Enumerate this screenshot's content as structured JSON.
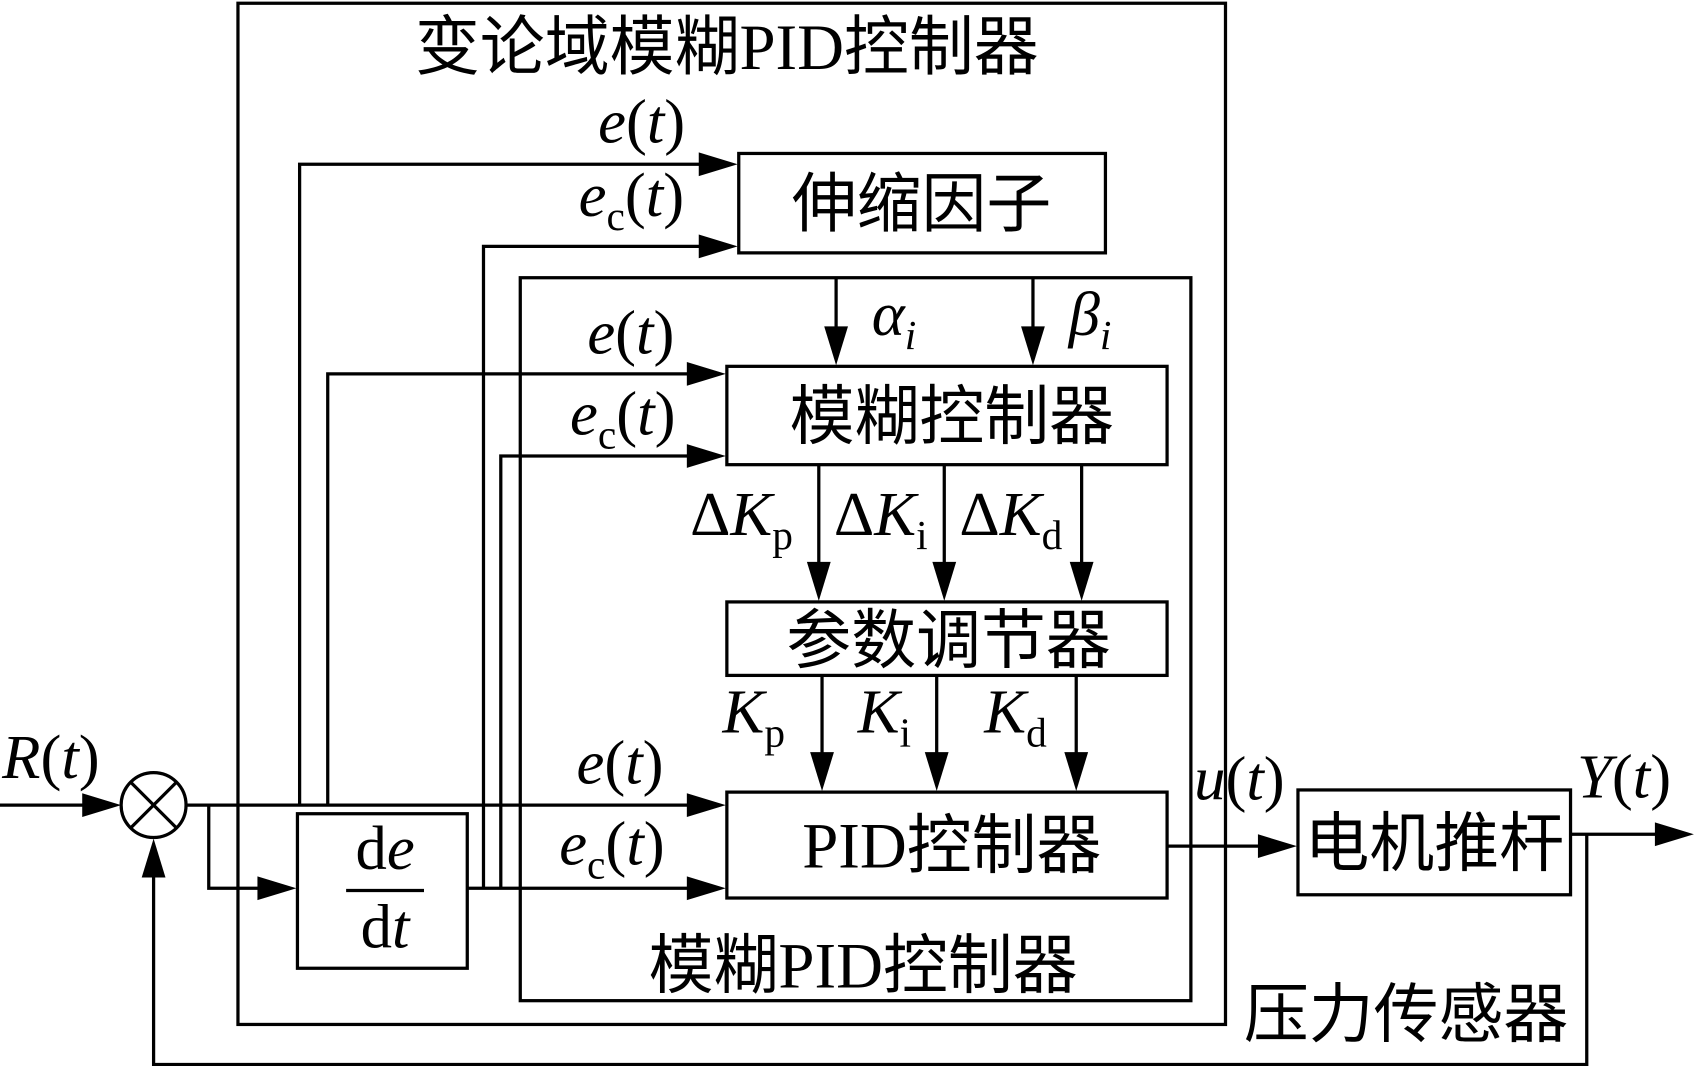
{
  "diagram": {
    "variable_universe_fuzzy_pid_controller": {
      "title": "变论域模糊PID控制器"
    },
    "scaling_factor_block": {
      "label": "伸缩因子"
    },
    "fuzzy_controller_block": {
      "label": "模糊控制器"
    },
    "parameter_adjuster_block": {
      "label": "参数调节器"
    },
    "pid_controller_block": {
      "label": "PID控制器"
    },
    "fuzzy_pid_controller": {
      "title": "模糊PID控制器"
    },
    "motor_pushrod_block": {
      "label": "电机推杆"
    },
    "pressure_sensor": {
      "label": "压力传感器"
    },
    "summing_junction": {
      "icon": "circled-times-icon"
    },
    "differentiator": {
      "numerator": [
        {
          "operator": "d"
        },
        {
          "variable": "e"
        }
      ],
      "denominator": [
        {
          "operator": "d"
        },
        {
          "variable": "t"
        }
      ]
    },
    "signals": {
      "reference_input": [
        {
          "variable": "R"
        },
        {
          "punctuation": "("
        },
        {
          "variable": "t"
        },
        {
          "punctuation": ")"
        }
      ],
      "system_output": [
        {
          "variable": "Y"
        },
        {
          "punctuation": "("
        },
        {
          "variable": "t"
        },
        {
          "punctuation": ")"
        }
      ],
      "control_signal": [
        {
          "variable": "u"
        },
        {
          "punctuation": "("
        },
        {
          "variable": "t"
        },
        {
          "punctuation": ")"
        }
      ],
      "error_to_scaling_factor": [
        {
          "variable": "e"
        },
        {
          "punctuation": "("
        },
        {
          "variable": "t"
        },
        {
          "punctuation": ")"
        }
      ],
      "error_rate_to_scaling_factor": [
        {
          "variable": "e"
        },
        {
          "subscript": "c"
        },
        {
          "punctuation": "("
        },
        {
          "variable": "t"
        },
        {
          "punctuation": ")"
        }
      ],
      "error_to_fuzzy_controller": [
        {
          "variable": "e"
        },
        {
          "punctuation": "("
        },
        {
          "variable": "t"
        },
        {
          "punctuation": ")"
        }
      ],
      "error_rate_to_fuzzy_controller": [
        {
          "variable": "e"
        },
        {
          "subscript": "c"
        },
        {
          "punctuation": "("
        },
        {
          "variable": "t"
        },
        {
          "punctuation": ")"
        }
      ],
      "error_to_pid_controller": [
        {
          "variable": "e"
        },
        {
          "punctuation": "("
        },
        {
          "variable": "t"
        },
        {
          "punctuation": ")"
        }
      ],
      "error_rate_to_pid_controller": [
        {
          "variable": "e"
        },
        {
          "subscript": "c"
        },
        {
          "punctuation": "("
        },
        {
          "variable": "t"
        },
        {
          "punctuation": ")"
        }
      ],
      "alpha_factor": [
        {
          "variable": "α"
        },
        {
          "index": "i"
        }
      ],
      "beta_factor": [
        {
          "variable": "β"
        },
        {
          "index": "i"
        }
      ],
      "delta_kp": [
        {
          "operator": "Δ"
        },
        {
          "variable": "K"
        },
        {
          "subscript": "p"
        }
      ],
      "delta_ki": [
        {
          "operator": "Δ"
        },
        {
          "variable": "K"
        },
        {
          "subscript": "i"
        }
      ],
      "delta_kd": [
        {
          "operator": "Δ"
        },
        {
          "variable": "K"
        },
        {
          "subscript": "d"
        }
      ],
      "kp": [
        {
          "variable": "K"
        },
        {
          "subscript": "p"
        }
      ],
      "ki": [
        {
          "variable": "K"
        },
        {
          "subscript": "i"
        }
      ],
      "kd": [
        {
          "variable": "K"
        },
        {
          "subscript": "d"
        }
      ]
    }
  }
}
